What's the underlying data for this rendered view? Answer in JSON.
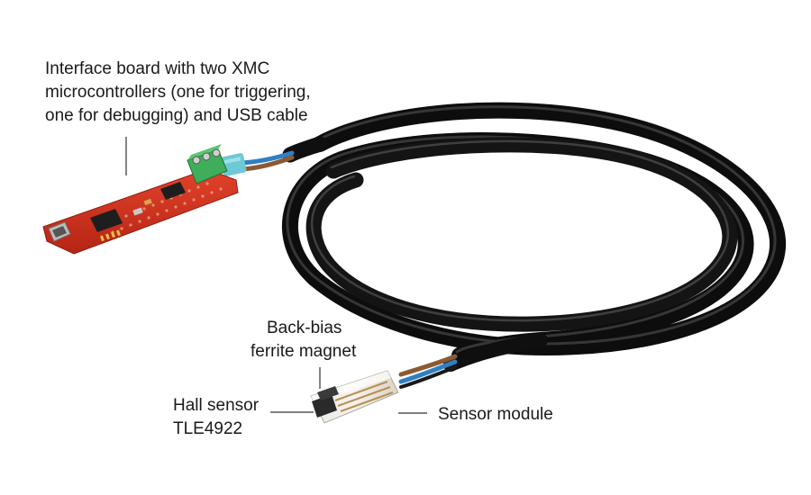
{
  "photo": {
    "subject": "sensor-kit-product-photo",
    "colors": {
      "cable": "#1a1a1a",
      "pcb": "#d8321f",
      "terminal": "#3fae5b",
      "connector": "#6ec9d6",
      "wire_brown": "#8a5a35",
      "wire_blue": "#2f7fc2"
    }
  },
  "labels": {
    "interface_board": {
      "line1": "Interface board with two XMC",
      "line2": "microcontrollers (one for triggering,",
      "line3": "one for debugging) and USB cable"
    },
    "back_bias": {
      "line1": "Back-bias",
      "line2": "ferrite magnet"
    },
    "hall_sensor": {
      "line1": "Hall sensor",
      "line2": "TLE4922"
    },
    "sensor_module": {
      "line1": "Sensor module"
    }
  }
}
